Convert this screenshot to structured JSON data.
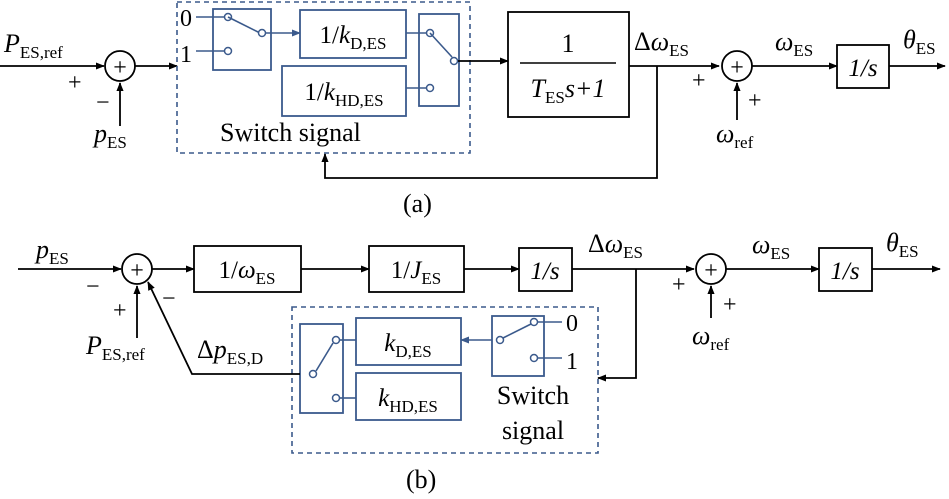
{
  "panel_a": {
    "caption": "(a)",
    "input_main": "P",
    "input_main_sub": "ES,ref",
    "input_fb": "p",
    "input_fb_sub": "ES",
    "sum1_plus": "+",
    "sum1_minus": "−",
    "sum_symbol": "+",
    "switch_pos_0": "0",
    "switch_pos_1": "1",
    "gain_d_prefix": "1/",
    "gain_d_var": "k",
    "gain_d_sub": "D,ES",
    "gain_hd_prefix": "1/",
    "gain_hd_var": "k",
    "gain_hd_sub": "HD,ES",
    "switch_label": "Switch signal",
    "tf_numerator": "1",
    "tf_denominator_var": "T",
    "tf_denominator_sub": "ES",
    "tf_denominator_rest": "s+1",
    "delta_omega_prefix": "Δ",
    "delta_omega_var": "ω",
    "delta_omega_sub": "ES",
    "sum2_plus_left": "+",
    "sum2_plus_bottom": "+",
    "omega_ref_var": "ω",
    "omega_ref_sub": "ref",
    "omega_es_var": "ω",
    "omega_es_sub": "ES",
    "integrator": "1/s",
    "theta_var": "θ",
    "theta_sub": "ES"
  },
  "panel_b": {
    "caption": "(b)",
    "input_main": "p",
    "input_main_sub": "ES",
    "input_ref": "P",
    "input_ref_sub": "ES,ref",
    "sum1_minus_left": "−",
    "sum1_plus_bottom": "+",
    "sum1_minus_fb": "−",
    "sum_symbol": "+",
    "gain_omega_prefix": "1/",
    "gain_omega_var": "ω",
    "gain_omega_sub": "ES",
    "gain_j_prefix": "1/",
    "gain_j_var": "J",
    "gain_j_sub": "ES",
    "integrator1": "1/s",
    "delta_omega_prefix": "Δ",
    "delta_omega_var": "ω",
    "delta_omega_sub": "ES",
    "sum2_plus_left": "+",
    "sum2_plus_bottom": "+",
    "omega_ref_var": "ω",
    "omega_ref_sub": "ref",
    "omega_es_var": "ω",
    "omega_es_sub": "ES",
    "integrator2": "1/s",
    "theta_var": "θ",
    "theta_sub": "ES",
    "delta_p_prefix": "Δ",
    "delta_p_var": "p",
    "delta_p_sub": "ES,D",
    "gain_kd_var": "k",
    "gain_kd_sub": "D,ES",
    "gain_khd_var": "k",
    "gain_khd_sub": "HD,ES",
    "switch_pos_0": "0",
    "switch_pos_1": "1",
    "switch_label_line1": "Switch",
    "switch_label_line2": "signal"
  }
}
